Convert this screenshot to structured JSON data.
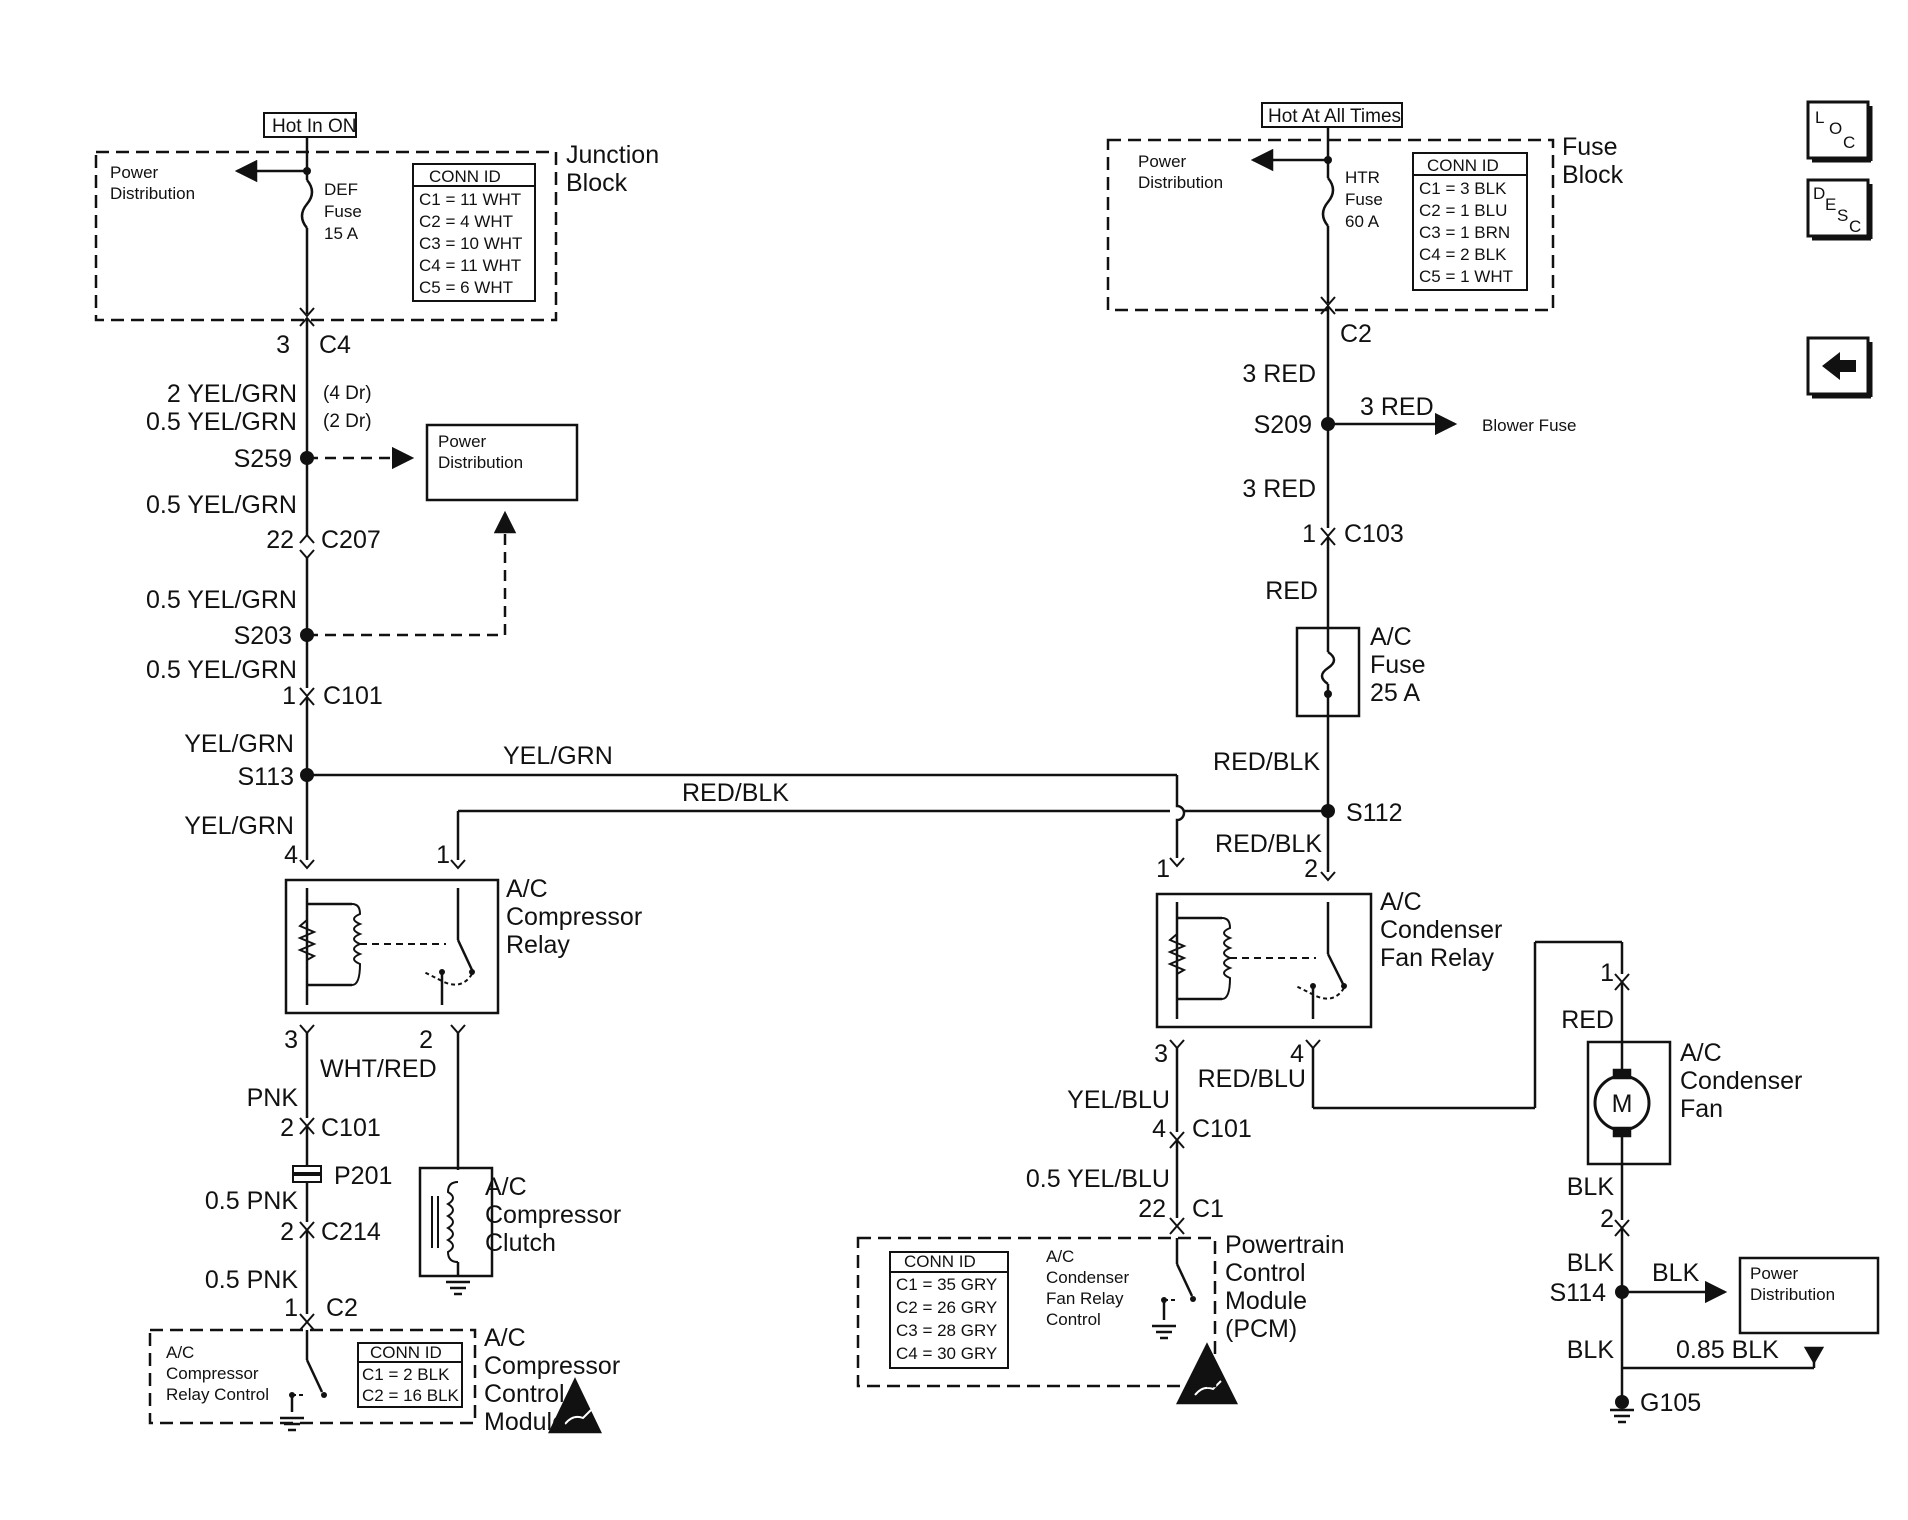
{
  "nav": {
    "loc": {
      "a": "L",
      "b": "O",
      "c": "C"
    },
    "desc": {
      "a": "D",
      "b": "E",
      "c": "S",
      "d": "C"
    },
    "back_icon": "left-arrow-icon"
  },
  "left": {
    "hot_label": "Hot In ON",
    "block_name_1": "Junction",
    "block_name_2": "Block",
    "pd_1": "Power",
    "pd_2": "Distribution",
    "fuse_1": "DEF",
    "fuse_2": "Fuse",
    "fuse_3": "15 A",
    "conn_title": "CONN ID",
    "conn": [
      "C1 = 11 WHT",
      "C2 = 4 WHT",
      "C3 = 10 WHT",
      "C4 = 11 WHT",
      "C5 = 6 WHT"
    ],
    "c4_pin": "3",
    "c4": "C4",
    "w1a": "2 YEL/GRN",
    "w1a_note": "(4 Dr)",
    "w1b": "0.5 YEL/GRN",
    "w1b_note": "(2 Dr)",
    "s259": "S259",
    "pd2_1": "Power",
    "pd2_2": "Distribution",
    "w2": "0.5 YEL/GRN",
    "c207_pin": "22",
    "c207": "C207",
    "w3": "0.5 YEL/GRN",
    "s203": "S203",
    "w4": "0.5 YEL/GRN",
    "c101_pin": "1",
    "c101": "C101",
    "w5": "YEL/GRN",
    "s113": "S113",
    "w6": "YEL/GRN",
    "relay_pin4": "4",
    "relay_pin1": "1",
    "relay_name_1": "A/C",
    "relay_name_2": "Compressor",
    "relay_name_3": "Relay",
    "relay_pin3": "3",
    "relay_pin2": "2",
    "wht_red": "WHT/RED",
    "pnk": "PNK",
    "c101b_pin": "2",
    "c101b": "C101",
    "p201": "P201",
    "pnk2": "0.5 PNK",
    "c214_pin": "2",
    "c214": "C214",
    "pnk3": "0.5 PNK",
    "c2_pin": "1",
    "c2": "C2",
    "clutch_1": "A/C",
    "clutch_2": "Compressor",
    "clutch_3": "Clutch",
    "ccm_ctrl_1": "A/C",
    "ccm_ctrl_2": "Compressor",
    "ccm_ctrl_3": "Relay Control",
    "ccm_conn_title": "CONN ID",
    "ccm_conn": [
      "C1 = 2 BLK",
      "C2 = 16 BLK"
    ],
    "ccm_1": "A/C",
    "ccm_2": "Compressor",
    "ccm_3": "Control",
    "ccm_4": "Module"
  },
  "middle": {
    "yel_grn": "YEL/GRN",
    "red_blk": "RED/BLK"
  },
  "right": {
    "hot_label": "Hot At All Times",
    "block_name_1": "Fuse",
    "block_name_2": "Block",
    "pd_1": "Power",
    "pd_2": "Distribution",
    "fuse_1": "HTR",
    "fuse_2": "Fuse",
    "fuse_3": "60 A",
    "conn_title": "CONN ID",
    "conn": [
      "C1 = 3 BLK",
      "C2 = 1 BLU",
      "C3 = 1 BRN",
      "C4 = 2 BLK",
      "C5 = 1 WHT"
    ],
    "c2": "C2",
    "w1": "3 RED",
    "s209": "S209",
    "w_blower": "3 RED",
    "blower": "Blower Fuse",
    "w2": "3 RED",
    "c103_pin": "1",
    "c103": "C103",
    "red": "RED",
    "acfuse_1": "A/C",
    "acfuse_2": "Fuse",
    "acfuse_3": "25 A",
    "red_blk": "RED/BLK",
    "s112": "S112",
    "red_blk2": "RED/BLK",
    "relay_pin1": "1",
    "relay_pin2": "2",
    "relay_name_1": "A/C",
    "relay_name_2": "Condenser",
    "relay_name_3": "Fan Relay",
    "relay_pin3": "3",
    "relay_pin4": "4",
    "red_blu": "RED/BLU",
    "yel_blu": "YEL/BLU",
    "c101_pin": "4",
    "c101": "C101",
    "yel_blu2": "0.5 YEL/BLU",
    "c1_pin": "22",
    "c1": "C1",
    "pcm_conn_title": "CONN ID",
    "pcm_conn": [
      "C1 = 35 GRY",
      "C2 = 26 GRY",
      "C3 = 28 GRY",
      "C4 = 30 GRY"
    ],
    "pcm_ctrl_1": "A/C",
    "pcm_ctrl_2": "Condenser",
    "pcm_ctrl_3": "Fan Relay",
    "pcm_ctrl_4": "Control",
    "pcm_1": "Powertrain",
    "pcm_2": "Control",
    "pcm_3": "Module",
    "pcm_4": "(PCM)",
    "fan_pin1": "1",
    "fan_red": "RED",
    "fan_1": "A/C",
    "fan_2": "Condenser",
    "fan_3": "Fan",
    "motor": "M",
    "fan_blk": "BLK",
    "fan_pin2": "2",
    "blk2": "BLK",
    "s114": "S114",
    "blk_pd": "BLK",
    "pd_b1": "Power",
    "pd_b2": "Distribution",
    "blk3": "BLK",
    "blk085": "0.85 BLK",
    "g105": "G105"
  }
}
